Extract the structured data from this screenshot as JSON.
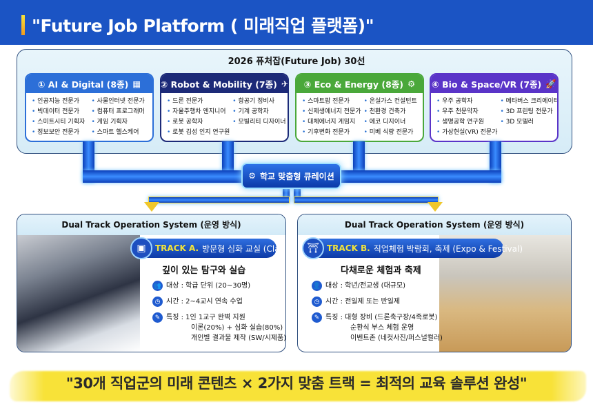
{
  "header": {
    "title": "\"Future Job Platform ( 미래직업 플랫폼)\""
  },
  "top": {
    "title": "2026 퓨처잡(Future Job) 30선"
  },
  "categories": [
    {
      "title": "① AI & Digital (8종)",
      "icon": "chip-icon",
      "color": "#2c6fd8",
      "items": [
        "인공지능 전문가",
        "빅데이터 전문가",
        "스미트시티 기획자",
        "정보보안 전문가",
        "사물인터넷 전문가",
        "컴퓨터 프로그래머",
        "게임 기획자",
        "스마트 헬스케어"
      ]
    },
    {
      "title": "② Robot & Mobility (7종)",
      "icon": "drone-icon",
      "color": "#1c2a78",
      "items": [
        "드론 전문가",
        "자율주행차 엔지니어",
        "로봇 공학자",
        "로봇 김성 인지 연구원",
        "항공기 정비사",
        "기계 공학자",
        "모빌리티 디자이너"
      ]
    },
    {
      "title": "③ Eco & Energy (8종)",
      "icon": "eco-gear-icon",
      "color": "#4aa83a",
      "items": [
        "스마트팜 전문가",
        "신제생에너지 전문가",
        "대체에너지 게밈지",
        "기후변화 전문가",
        "온실가스 컨설턴트",
        "천환경 건축가",
        "에코 디지이너",
        "미베 식량 전문가"
      ]
    },
    {
      "title": "④ Bio & Space/VR (7종)",
      "icon": "rocket-icon",
      "color": "#5a34c8",
      "items": [
        "우주 공학자",
        "우주 천문약자",
        "생명공학 연구원",
        "가상현실(VR) 전문가",
        "메타버스 크리에이터",
        "3D 프린팅 전문가",
        "3D 모델러"
      ]
    }
  ],
  "hub": {
    "label": "학교 맞춤형 큐레이션"
  },
  "tracks": [
    {
      "panel_title": "Dual Track Operation System (운영 방식)",
      "track": "TRACK A.",
      "name": "방문형 심화 교실 (Class)",
      "subtitle": "깊이 있는 탐구와 실습",
      "rows": [
        {
          "icon": "people-icon",
          "lines": [
            "대상 : 학급 단위 (20~30명)"
          ]
        },
        {
          "icon": "clock-icon",
          "lines": [
            "시간 : 2~4교시 연속 수업"
          ]
        },
        {
          "icon": "pen-icon",
          "lines": [
            "특징 : 1인 1교구 완벽 지원",
            "이론(20%) + 심화 실습(80%)",
            "개인별 결과물 제작 (SW/시제품)"
          ]
        }
      ]
    },
    {
      "panel_title": "Dual Track Operation System (운영 방식)",
      "track": "TRACK B.",
      "name": "직업체험 박람회, 축제 (Expo & Festival)",
      "subtitle": "다채로운 체험과 축제",
      "rows": [
        {
          "icon": "person-icon",
          "lines": [
            "대상 : 학년/전교생 (대규모)"
          ]
        },
        {
          "icon": "clock-icon",
          "lines": [
            "시간 : 전일제 또는 반일제"
          ]
        },
        {
          "icon": "pen-icon",
          "lines": [
            "특징 : 대형 장비 (드론축구장/4족로봇)",
            "순환식 부스 체험 운영",
            "이벤트존 (네컷사진/퍼스널컬러)"
          ]
        }
      ]
    }
  ],
  "footer": {
    "slogan": "\"30개 직업군의 미래 콘텐츠 × 2가지 맞춤 트랙 = 최적의 교육 솔루션 완성\""
  }
}
